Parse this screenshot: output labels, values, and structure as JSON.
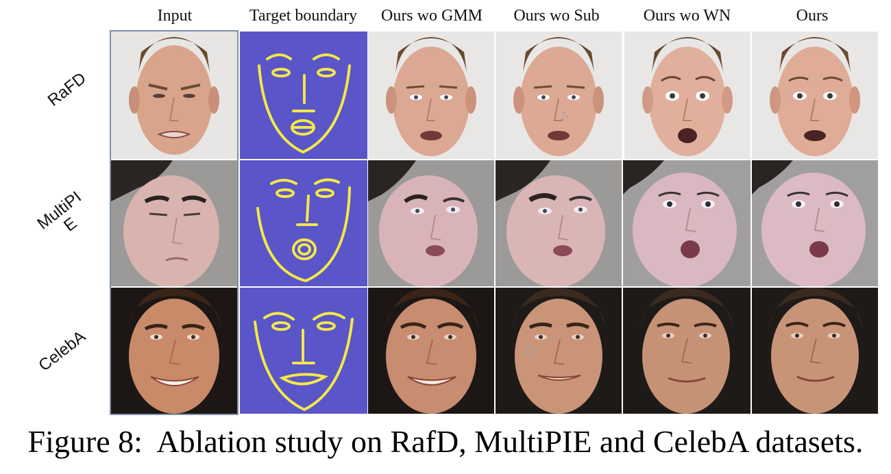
{
  "columns": [
    "Input",
    "Target boundary",
    "Ours wo GMM",
    "Ours wo Sub",
    "Ours wo WN",
    "Ours"
  ],
  "rows": [
    "RaFD",
    "MultiPI\nE",
    "CelebA"
  ],
  "caption": "Figure 8:  Ablation study on RafD, MultiPIE and CelebA datasets.",
  "colors": {
    "boundary_bg": "#5a55c8",
    "boundary_line": "#f2e84a",
    "frame": "#7f8fa8"
  }
}
